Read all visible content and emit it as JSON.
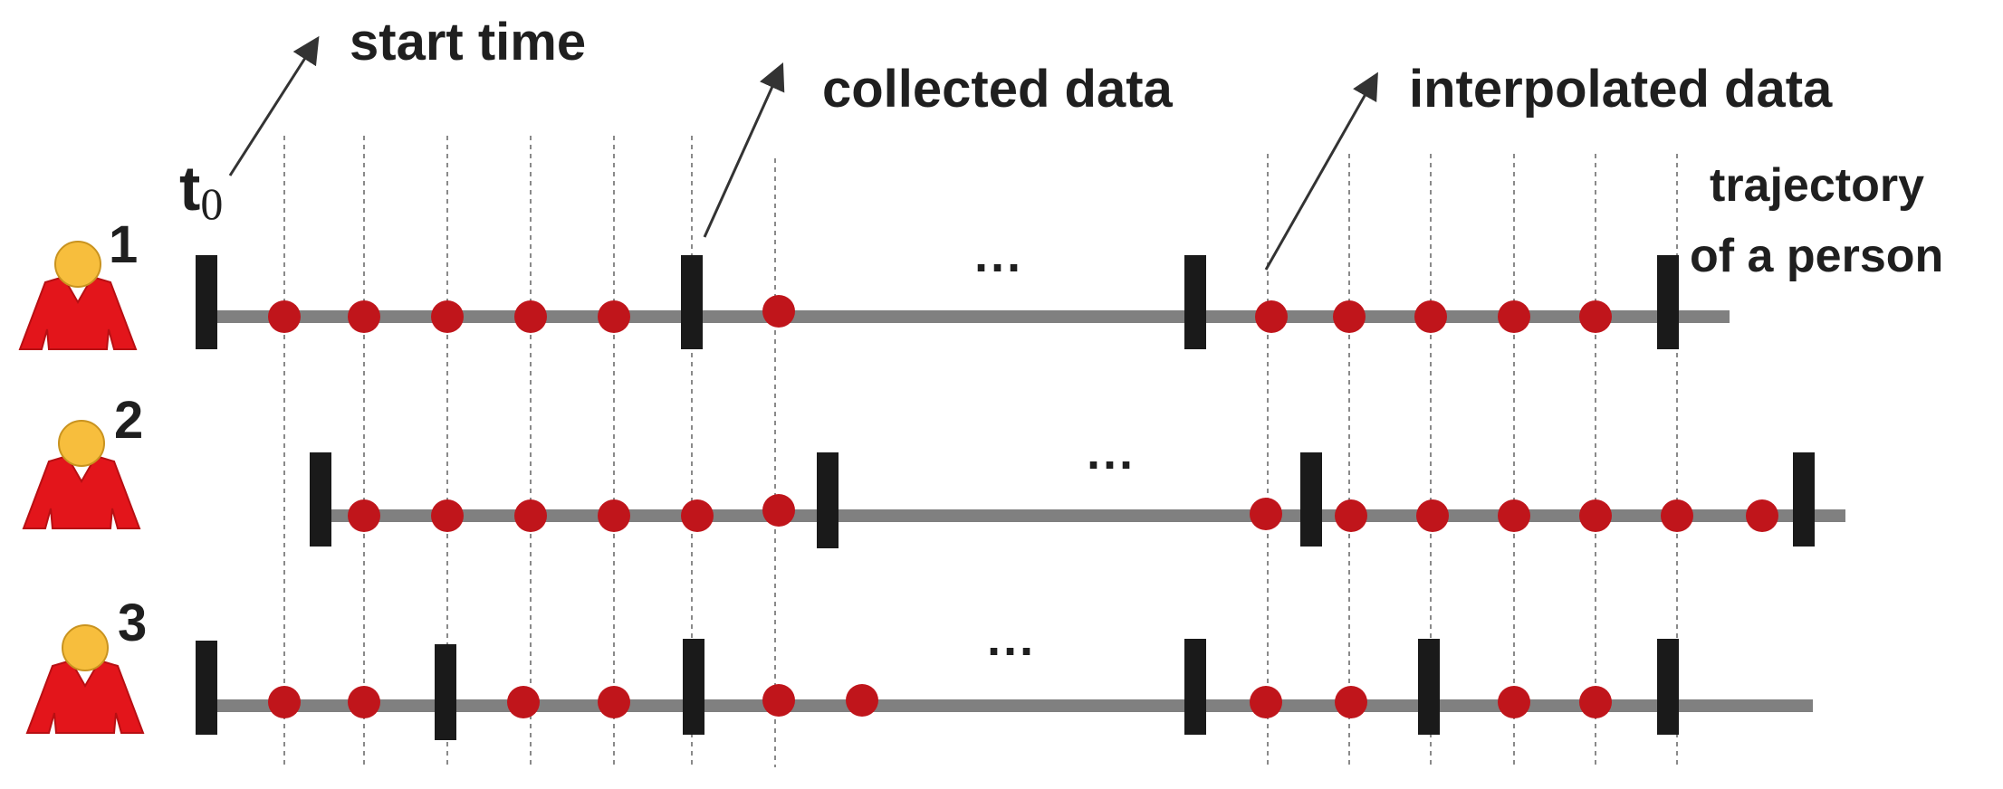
{
  "labels": {
    "start_time": "start time",
    "collected_data": "collected data",
    "interpolated_data": "interpolated data",
    "trajectory_line1": "trajectory",
    "trajectory_line2": "of a person",
    "t_base": "t",
    "t_sub": "0",
    "ellipsis": "···"
  },
  "people": [
    {
      "number": "1"
    },
    {
      "number": "2"
    },
    {
      "number": "3"
    }
  ],
  "icons": {
    "person": "person-icon",
    "arrow": "arrow-icon",
    "collected_marker": "collected-data-bar",
    "interpolated_marker": "interpolated-data-dot"
  },
  "colors": {
    "trajectory_line": "#808080",
    "collected_bar": "#1a1a1a",
    "interpolated_dot": "#c0151b",
    "person_body": "#e3151b",
    "person_head": "#f7be3d",
    "gridline": "#8a8a8a",
    "arrow": "#333333"
  }
}
